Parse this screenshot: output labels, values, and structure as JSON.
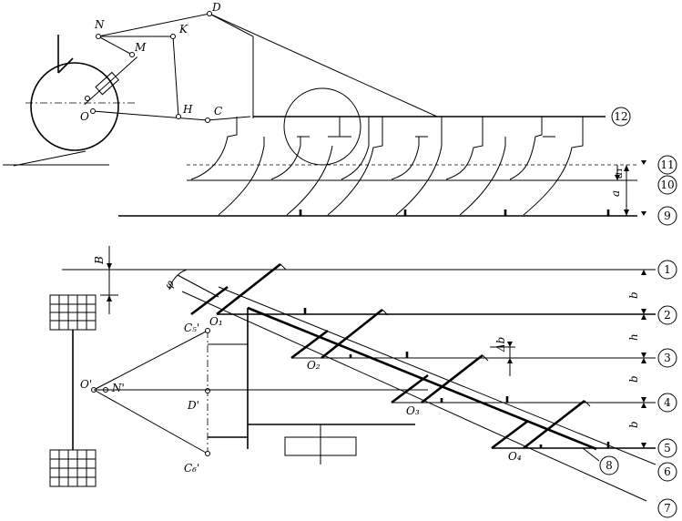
{
  "labels": {
    "D": "D",
    "N": "N",
    "K": "K",
    "M": "M",
    "O": "O",
    "H": "H",
    "C": "C",
    "B": "B",
    "phi": "φ",
    "O1": "O₁",
    "O2": "O₂",
    "O3": "O₃",
    "O4": "O₄",
    "C5": "C₅'",
    "C6": "C₆'",
    "Dp": "D'",
    "Op": "O'",
    "Np": "N'",
    "b1": "b",
    "h": "h",
    "b2": "b",
    "b3": "b",
    "dh": "Δb",
    "a1": "a₁",
    "a": "a"
  },
  "callouts": {
    "c1": "1",
    "c2": "2",
    "c3": "3",
    "c4": "4",
    "c5": "5",
    "c6": "6",
    "c7": "7",
    "c8": "8",
    "c9": "9",
    "c10": "10",
    "c11": "11",
    "c12": "12"
  }
}
